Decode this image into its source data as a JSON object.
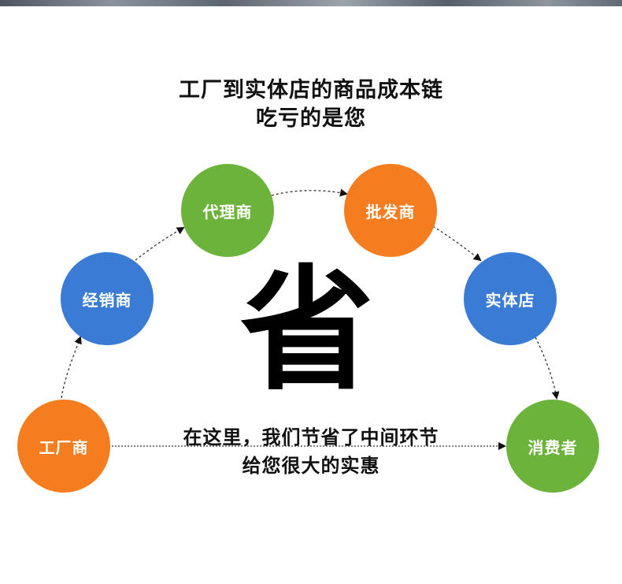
{
  "headline": {
    "line1": "工厂到实体店的商品成本链",
    "line2": "吃亏的是您"
  },
  "center_char": "省",
  "nodes": [
    {
      "label": "工厂商",
      "color": "#f47d20"
    },
    {
      "label": "经销商",
      "color": "#3a7bd5"
    },
    {
      "label": "代理商",
      "color": "#6bb33b"
    },
    {
      "label": "批发商",
      "color": "#f47d20"
    },
    {
      "label": "实体店",
      "color": "#3a7bd5"
    },
    {
      "label": "消费者",
      "color": "#6bb33b"
    }
  ],
  "bottom_text": {
    "line1": "在这里，我们节省了中间环节",
    "line2": "给您很大的实惠"
  }
}
